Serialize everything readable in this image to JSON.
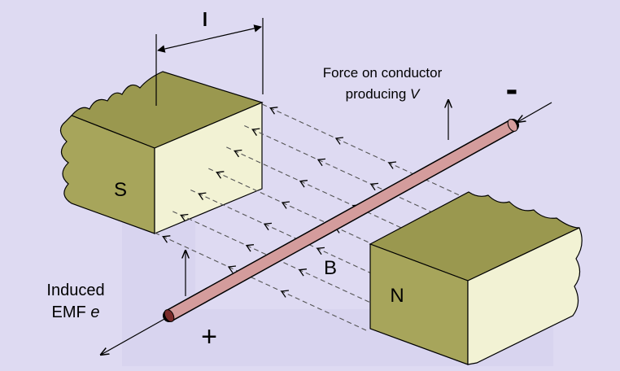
{
  "diagram": {
    "dimension_label": "l",
    "force_label_line1": "Force on conductor",
    "force_label_line2": "producing",
    "force_label_var": "V",
    "minus_sign": "-",
    "plus_sign": "+",
    "south_pole_label": "S",
    "north_pole_label": "N",
    "field_label": "B",
    "emf_label_line1": "Induced",
    "emf_label_line2": "EMF",
    "emf_label_var": "e"
  },
  "colors": {
    "background": "#dedaf2",
    "magnet_face": "#a7a55b",
    "magnet_top": "#9a984f",
    "magnet_pole_face": "#f2f2d4",
    "conductor": "#d49c9c",
    "conductor_end": "#7a2b2b",
    "field_lines": "#555555"
  }
}
